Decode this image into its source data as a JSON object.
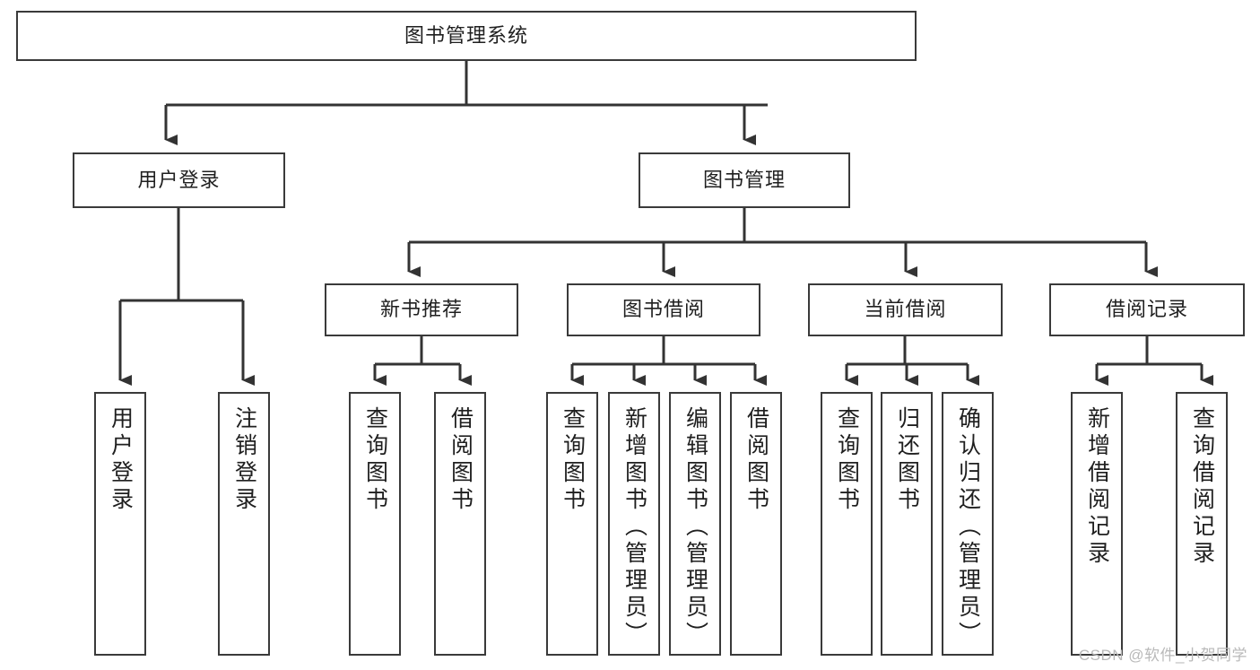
{
  "diagram": {
    "type": "tree",
    "title": "图书管理系统",
    "root": {
      "label": "图书管理系统"
    },
    "level2": [
      {
        "label": "用户登录"
      },
      {
        "label": "图书管理"
      }
    ],
    "level3": [
      {
        "label": "新书推荐"
      },
      {
        "label": "图书借阅"
      },
      {
        "label": "当前借阅"
      },
      {
        "label": "借阅记录"
      }
    ],
    "leaves": {
      "user_login": [
        {
          "label": "用户登录"
        },
        {
          "label": "注销登录"
        }
      ],
      "new_book_recommend": [
        {
          "label": "查询图书"
        },
        {
          "label": "借阅图书"
        }
      ],
      "book_borrow": [
        {
          "label": "查询图书"
        },
        {
          "label": "新增图书（管理员）"
        },
        {
          "label": "编辑图书（管理员）"
        },
        {
          "label": "借阅图书"
        }
      ],
      "current_borrow": [
        {
          "label": "查询图书"
        },
        {
          "label": "归还图书"
        },
        {
          "label": "确认归还（管理员）"
        }
      ],
      "borrow_record": [
        {
          "label": "新增借阅记录"
        },
        {
          "label": "查询借阅记录"
        }
      ]
    }
  },
  "watermark": {
    "text": "CSDN @软件_小贺同学"
  },
  "colors": {
    "border": "#3a3a3a",
    "text": "#1f1f1f",
    "background": "#ffffff",
    "connector": "#333333",
    "watermark": "#b9b9b9"
  }
}
